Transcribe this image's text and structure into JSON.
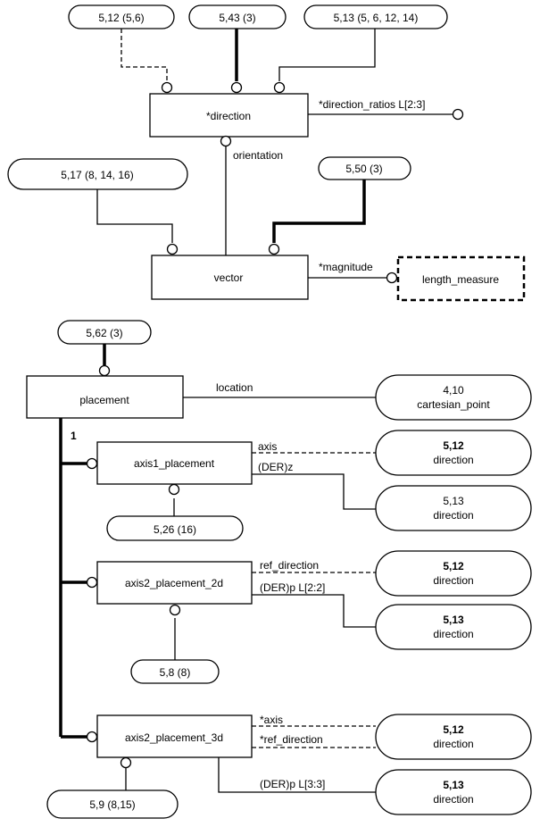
{
  "diagram": {
    "title": "EXPRESS-G geometry: direction, vector, placement",
    "entities": {
      "direction": "*direction",
      "vector": "vector",
      "placement": "placement",
      "axis1_placement": "axis1_placement",
      "axis2_placement_2d": "axis2_placement_2d",
      "axis2_placement_3d": "axis2_placement_3d"
    },
    "types": {
      "length_measure": "length_measure"
    },
    "references": {
      "ref_5_12_5_6": "5,12 (5,6)",
      "ref_5_43_3": "5,43 (3)",
      "ref_5_13_list": "5,13 (5, 6, 12, 14)",
      "ref_5_17": "5,17 (8, 14, 16)",
      "ref_5_50": "5,50 (3)",
      "ref_5_62": "5,62 (3)",
      "ref_5_26": "5,26 (16)",
      "ref_5_8": "5,8 (8)",
      "ref_5_9": "5,9 (8,15)"
    },
    "external": {
      "cartesian_point": {
        "num": "4,10",
        "name": "cartesian_point"
      },
      "dir_a1": {
        "num": "5,12",
        "name": "direction"
      },
      "dir_a1z": {
        "num": "5,13",
        "name": "direction"
      },
      "dir_2d_ref": {
        "num": "5,12",
        "name": "direction"
      },
      "dir_2d_p": {
        "num": "5,13",
        "name": "direction"
      },
      "dir_3d": {
        "num": "5,12",
        "name": "direction"
      },
      "dir_3d_p": {
        "num": "5,13",
        "name": "direction"
      }
    },
    "attributes": {
      "direction_ratios": "*direction_ratios L[2:3]",
      "orientation": "orientation",
      "magnitude": "*magnitude",
      "location": "location",
      "cardinality_one": "1",
      "axis": "axis",
      "der_z": "(DER)z",
      "ref_direction": "ref_direction",
      "der_p_2d": "(DER)p L[2:2]",
      "axis_3d": "*axis",
      "ref_direction_3d": "*ref_direction",
      "der_p_3d": "(DER)p L[3:3]"
    }
  }
}
